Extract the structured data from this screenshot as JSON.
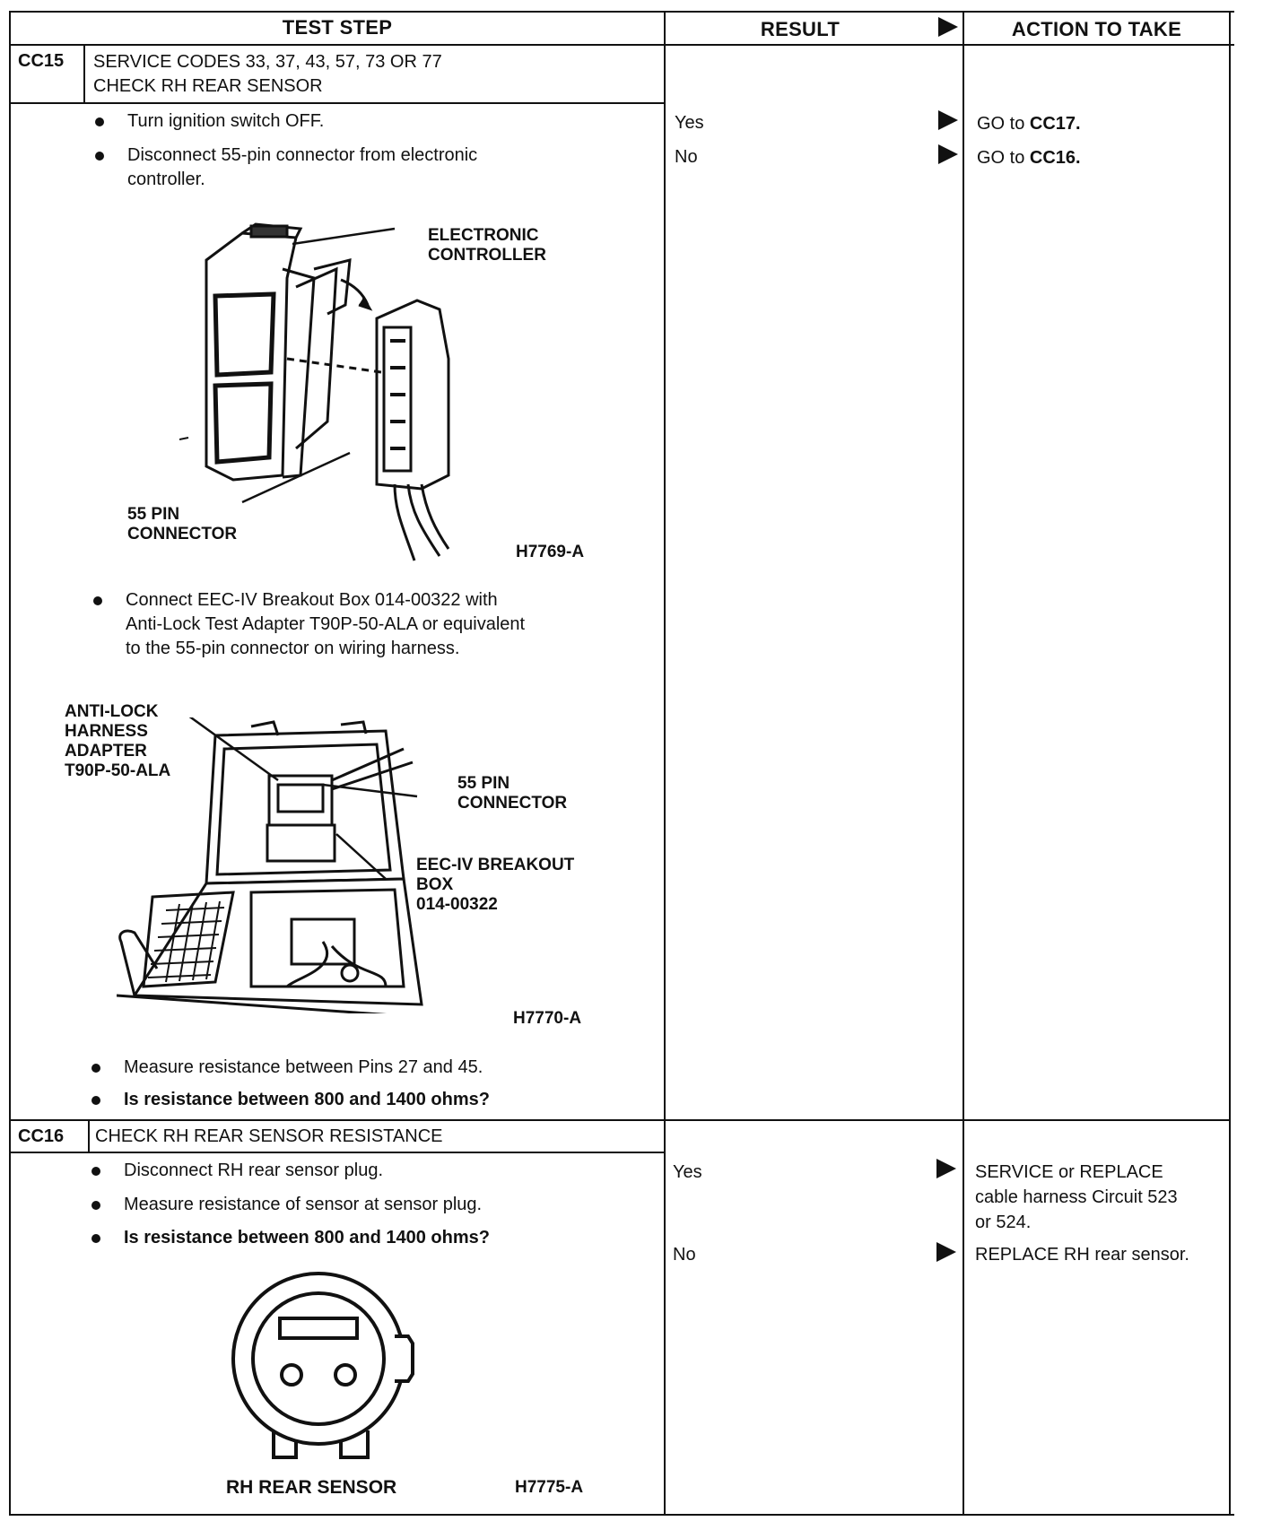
{
  "header": {
    "test_step": "TEST STEP",
    "result": "RESULT",
    "action": "ACTION TO TAKE"
  },
  "cc15": {
    "code": "CC15",
    "title_line1": "SERVICE CODES 33, 37, 43, 57, 73 OR 77",
    "title_line2": "CHECK RH REAR SENSOR",
    "steps": [
      "Turn ignition switch OFF.",
      "Disconnect 55-pin connector from electronic",
      "controller.",
      "Connect EEC-IV Breakout Box 014-00322 with",
      "Anti-Lock Test Adapter T90P-50-ALA or equivalent",
      "to the 55-pin connector on wiring harness.",
      "Measure resistance between Pins 27 and 45.",
      "Is resistance between 800 and 1400 ohms?"
    ],
    "results": [
      "Yes",
      "No"
    ],
    "actions": [
      {
        "prefix": "GO to ",
        "target": "CC17."
      },
      {
        "prefix": "GO to ",
        "target": "CC16."
      }
    ],
    "fig1": {
      "label_ctrl_1": "ELECTRONIC",
      "label_ctrl_2": "CONTROLLER",
      "label_conn_1": "55 PIN",
      "label_conn_2": "CONNECTOR",
      "id": "H7769-A"
    },
    "fig2": {
      "label_adapter_1": "ANTI-LOCK",
      "label_adapter_2": "HARNESS",
      "label_adapter_3": "ADAPTER",
      "label_adapter_4": "T90P-50-ALA",
      "label_conn_1": "55 PIN",
      "label_conn_2": "CONNECTOR",
      "label_box_1": "EEC-IV BREAKOUT",
      "label_box_2": "BOX",
      "label_box_3": "014-00322",
      "id": "H7770-A"
    }
  },
  "cc16": {
    "code": "CC16",
    "title": "CHECK RH REAR SENSOR RESISTANCE",
    "steps": [
      "Disconnect RH rear sensor plug.",
      "Measure resistance of sensor at sensor plug.",
      "Is resistance between 800 and 1400 ohms?"
    ],
    "results": [
      "Yes",
      "No"
    ],
    "actions": {
      "yes_1": "SERVICE or REPLACE",
      "yes_2": "cable harness Circuit 523",
      "yes_3": "or 524.",
      "no_1": "REPLACE RH rear sensor."
    },
    "fig3": {
      "caption": "RH REAR SENSOR",
      "id": "H7775-A"
    }
  }
}
